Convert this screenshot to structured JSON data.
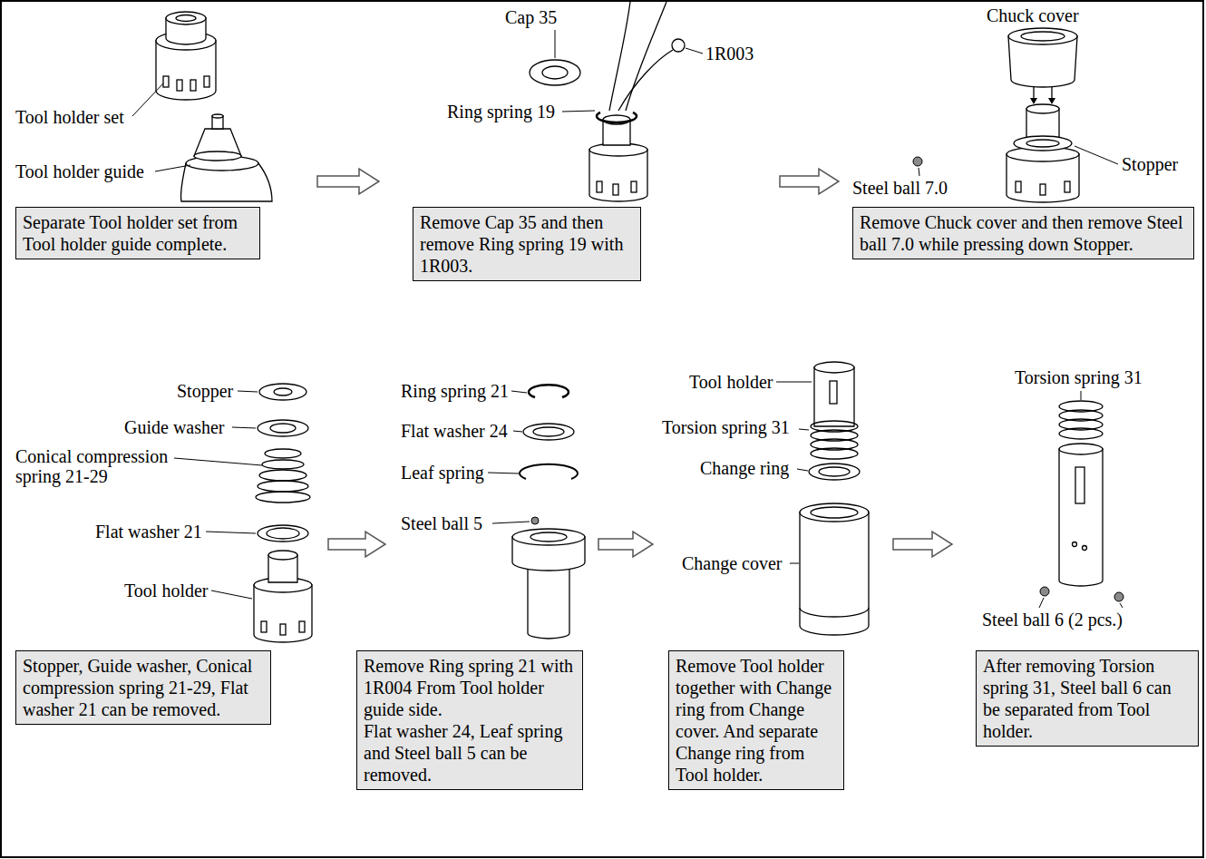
{
  "diagram": {
    "nodes": [
      {
        "text": [
          "Separate Tool holder set from Tool holder guide complete."
        ]
      },
      {
        "text": [
          "Remove Cap 35 and then remove Ring spring 19 with 1R003."
        ]
      },
      {
        "text": [
          "Remove Chuck cover and then remove Steel ball 7.0 while pressing down Stopper."
        ]
      },
      {
        "text": [
          "Stopper, Guide washer, Conical compression spring 21-29, Flat washer 21 can be removed."
        ]
      },
      {
        "text": [
          "Remove Ring spring 21 with 1R004 From Tool holder guide side.",
          "Flat washer 24, Leaf spring and Steel ball 5 can be removed."
        ]
      },
      {
        "text": [
          "Remove Tool holder together with Change ring from Change cover. And separate Change ring from Tool holder."
        ]
      },
      {
        "text": [
          "After removing Torsion spring 31, Steel ball 6 can be separated from Tool holder."
        ]
      }
    ],
    "labels": [
      "Tool holder set",
      "Tool holder guide",
      "Cap 35",
      "1R003",
      "Ring spring 19",
      "Chuck cover",
      "Stopper",
      "Steel ball 7.0",
      "Stopper",
      "Guide washer",
      "Conical compression spring 21-29",
      "Flat washer 21",
      "Tool holder",
      "Ring spring 21",
      "Flat washer 24",
      "Leaf spring",
      "Steel ball 5",
      "Tool holder",
      "Torsion spring 31",
      "Change ring",
      "Change cover",
      "Torsion spring 31",
      "Steel ball 6 (2 pcs.)"
    ]
  }
}
